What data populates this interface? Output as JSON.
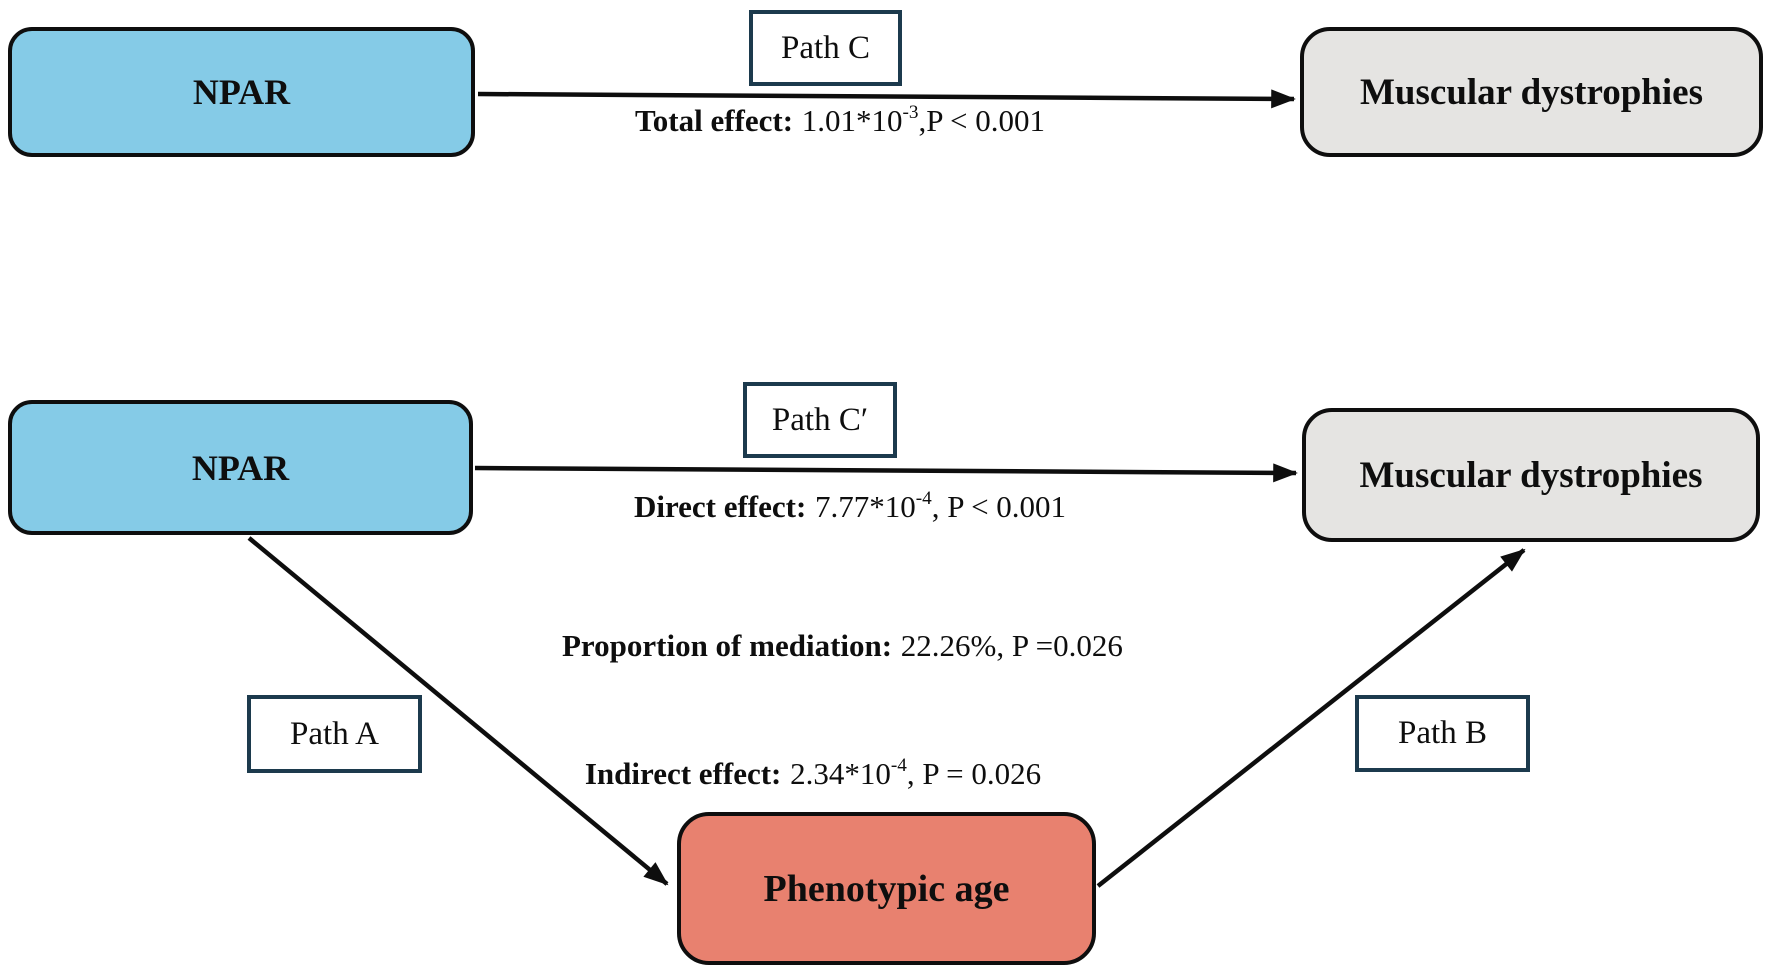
{
  "colors": {
    "exposure_fill": "#85CBE7",
    "outcome_fill": "#E5E4E2",
    "mediator_fill": "#E8816F",
    "path_box_border": "#1C3A4D",
    "arrow": "#0E0E0E"
  },
  "total_model": {
    "exposure": "NPAR",
    "outcome": "Muscular dystrophies",
    "path_label": "Path C",
    "effect": {
      "label": "Total effect:",
      "base": "1.01*10",
      "exponent": "-3",
      "rest": ",P < 0.001"
    }
  },
  "mediation_model": {
    "exposure": "NPAR",
    "outcome": "Muscular dystrophies",
    "mediator": "Phenotypic age",
    "path_c_prime_label": "Path C′",
    "path_a_label": "Path A",
    "path_b_label": "Path B",
    "direct_effect": {
      "label": "Direct effect:",
      "base": "7.77*10",
      "exponent": "-4",
      "rest": ", P < 0.001"
    },
    "proportion_of_mediation": {
      "label": "Proportion of mediation:",
      "rest": "22.26%, P =0.026"
    },
    "indirect_effect": {
      "label": "Indirect effect:",
      "base": "2.34*10",
      "exponent": "-4",
      "rest": ", P = 0.026"
    }
  }
}
